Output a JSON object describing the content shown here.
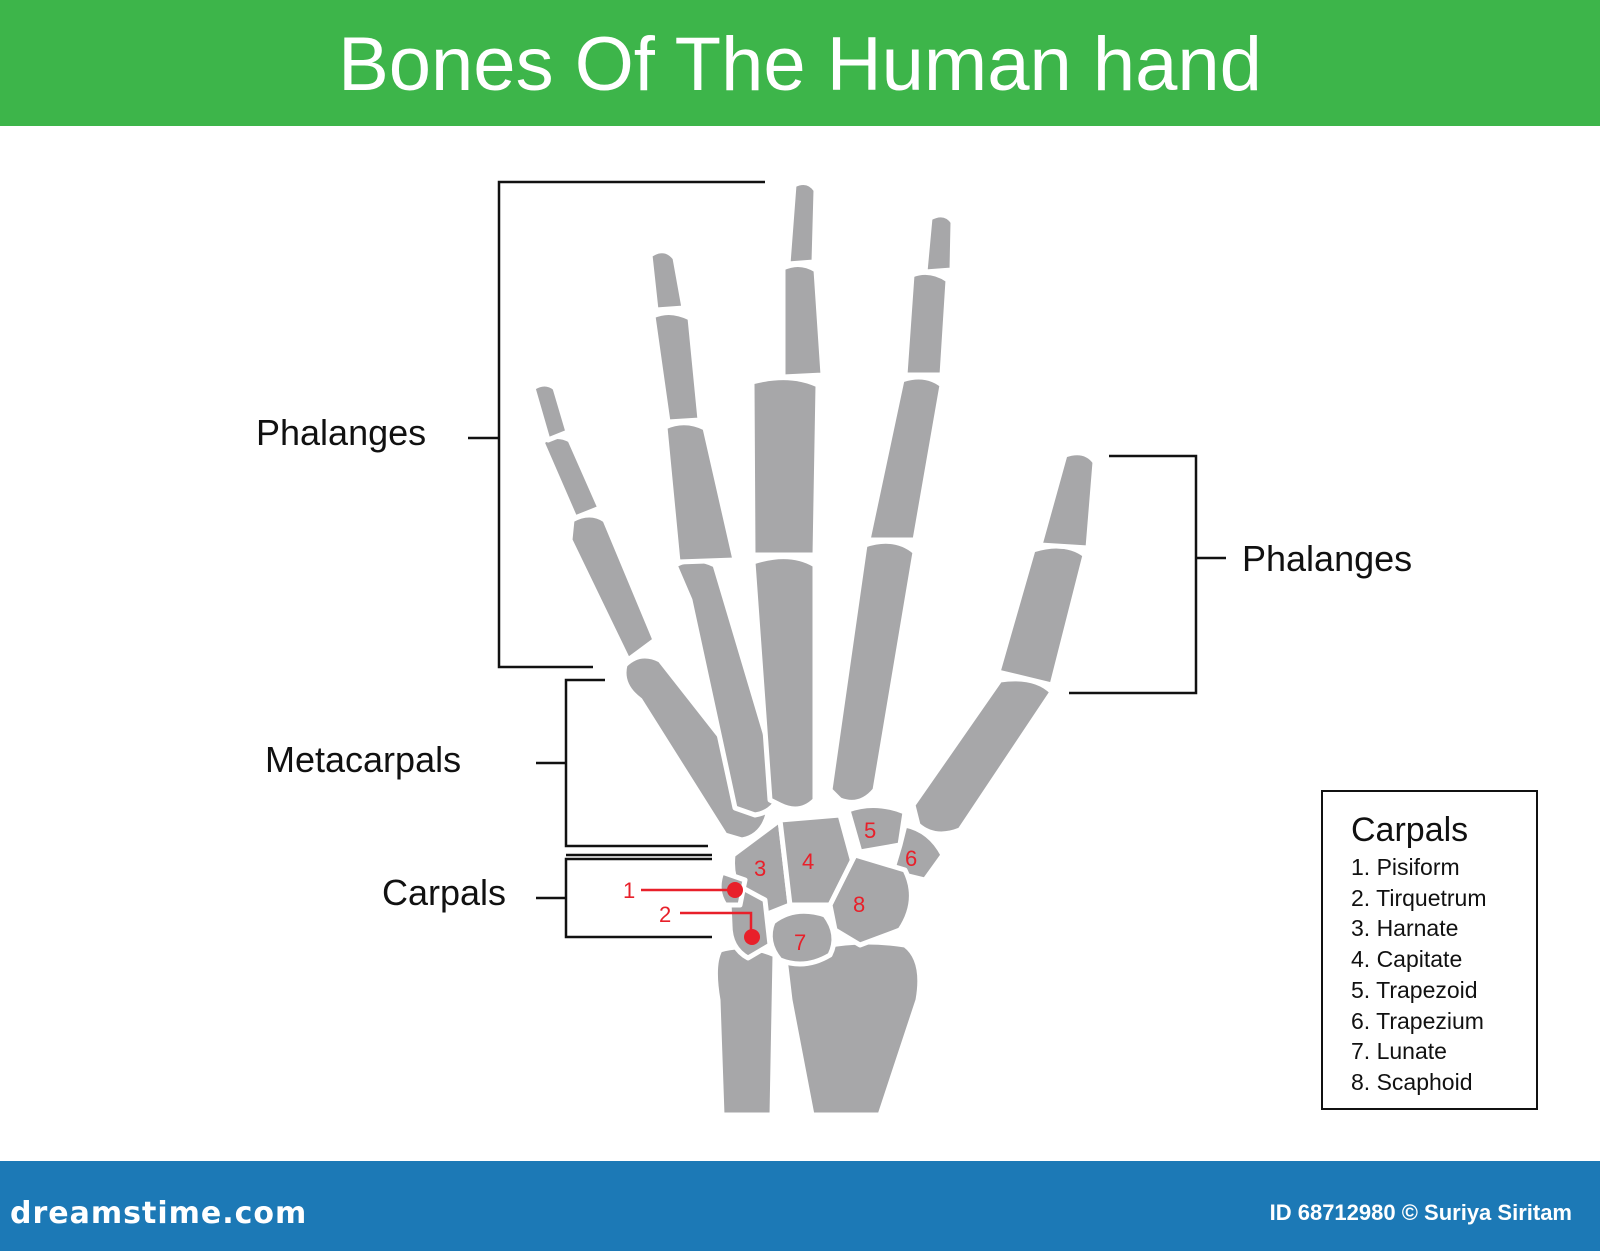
{
  "header": {
    "title": "Bones Of The Human hand",
    "color": "#3db54a"
  },
  "labels": {
    "phalanges_left": "Phalanges",
    "phalanges_right": "Phalanges",
    "metacarpals": "Metacarpals",
    "carpals": "Carpals"
  },
  "bone_numbers": [
    "1",
    "2",
    "3",
    "4",
    "5",
    "6",
    "7",
    "8"
  ],
  "legend": {
    "title": "Carpals",
    "items": [
      "1. Pisiform",
      "2. Tirquetrum",
      "3. Harnate",
      "4. Capitate",
      "5. Trapezoid",
      "6. Trapezium",
      "7. Lunate",
      "8. Scaphoid"
    ]
  },
  "footer": {
    "logo": "dreamstime.com",
    "credit": "ID 68712980 © Suriya Siritam",
    "color": "#1c79b6"
  },
  "colors": {
    "bone": "#a7a7a9",
    "marker": "#e8202a",
    "line": "#111111"
  }
}
